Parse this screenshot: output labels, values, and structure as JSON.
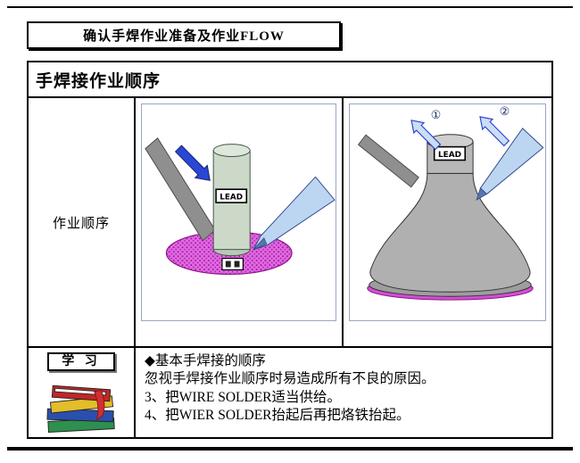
{
  "doc": {
    "title": "确认手焊作业准备及作业FLOW",
    "section_header": "手焊接作业顺序",
    "row_label": "作业顺序",
    "study_label": "学 习",
    "notes": {
      "heading": "◆基本手焊接的顺序",
      "line1": "忽视手焊接作业顺序时易造成所有不良的原因。",
      "line2": "3、把WIRE SOLDER适当供给。",
      "line3": "4、把WIER SOLDER抬起后再把烙铁抬起。"
    },
    "diagram": {
      "lead_label": "LEAD",
      "step1_badge": "①",
      "step2_badge": "②"
    },
    "colors": {
      "pad_magenta": "#d24fd2",
      "pad_dot": "#a015a0",
      "component_green": "#ccd9c9",
      "iron_gray": "#8f8f8f",
      "joint_gray": "#b0b0b0",
      "solder_blue": "#bcd6f2",
      "arrow_blue": "#2a46d4",
      "arrow_light": "#cdddf5"
    }
  }
}
